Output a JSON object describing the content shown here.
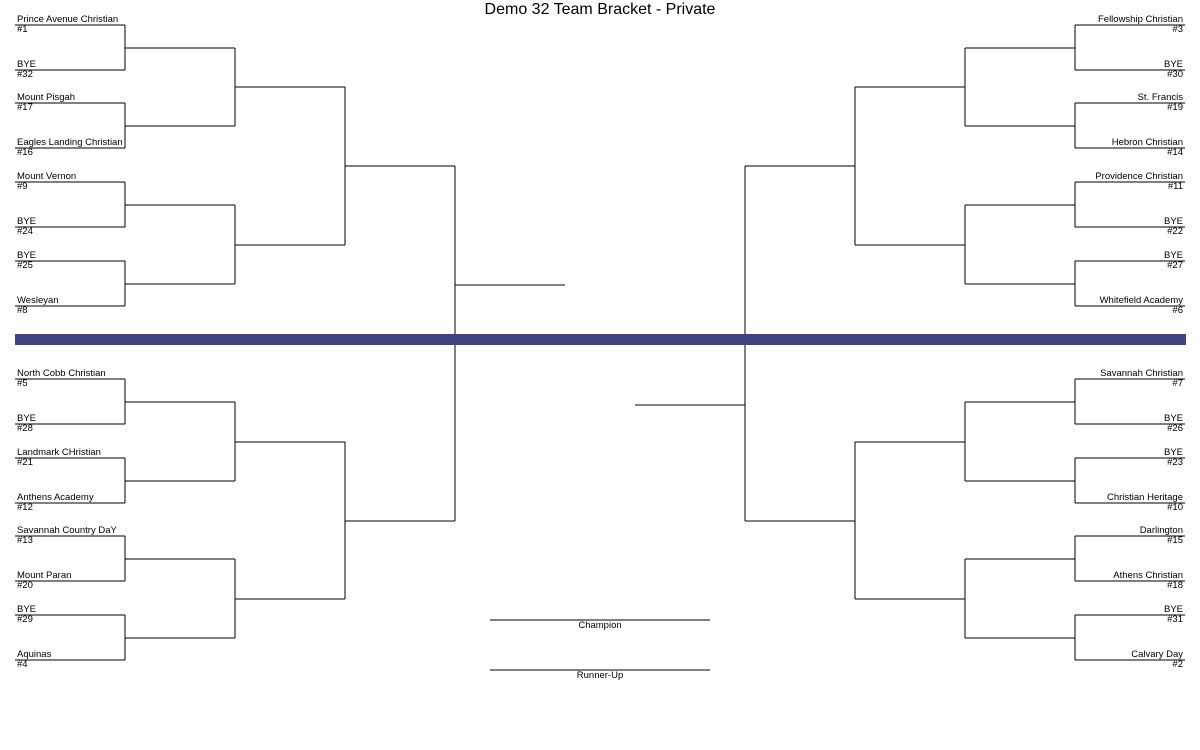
{
  "title": "Demo 32 Team Bracket - Private",
  "colors": {
    "divider": "#3f4380",
    "line": "#000000"
  },
  "regions": {
    "top_left": [
      {
        "name": "Prince Avenue Christian",
        "seed": "#1"
      },
      {
        "name": "BYE",
        "seed": "#32"
      },
      {
        "name": "Mount Pisgah",
        "seed": "#17"
      },
      {
        "name": "Eagles Landing Christian",
        "seed": "#16"
      },
      {
        "name": "Mount Vernon",
        "seed": "#9"
      },
      {
        "name": "BYE",
        "seed": "#24"
      },
      {
        "name": "BYE",
        "seed": "#25"
      },
      {
        "name": "Wesleyan",
        "seed": "#8"
      }
    ],
    "bottom_left": [
      {
        "name": "North Cobb Christian",
        "seed": "#5"
      },
      {
        "name": "BYE",
        "seed": "#28"
      },
      {
        "name": "Landmark CHristian",
        "seed": "#21"
      },
      {
        "name": "Anthens Academy",
        "seed": "#12"
      },
      {
        "name": "Savannah Country DaY",
        "seed": "#13"
      },
      {
        "name": "Mount Paran",
        "seed": "#20"
      },
      {
        "name": "BYE",
        "seed": "#29"
      },
      {
        "name": "Aquinas",
        "seed": "#4"
      }
    ],
    "top_right": [
      {
        "name": "Fellowship Christian",
        "seed": "#3"
      },
      {
        "name": "BYE",
        "seed": "#30"
      },
      {
        "name": "St. Francis",
        "seed": "#19"
      },
      {
        "name": "Hebron Christian",
        "seed": "#14"
      },
      {
        "name": "Providence Christian",
        "seed": "#11"
      },
      {
        "name": "BYE",
        "seed": "#22"
      },
      {
        "name": "BYE",
        "seed": "#27"
      },
      {
        "name": "Whitefield Academy",
        "seed": "#6"
      }
    ],
    "bottom_right": [
      {
        "name": "Savannah Christian",
        "seed": "#7"
      },
      {
        "name": "BYE",
        "seed": "#26"
      },
      {
        "name": "BYE",
        "seed": "#23"
      },
      {
        "name": "Christian Heritage",
        "seed": "#10"
      },
      {
        "name": "Darlington",
        "seed": "#15"
      },
      {
        "name": "Athens Christian",
        "seed": "#18"
      },
      {
        "name": "BYE",
        "seed": "#31"
      },
      {
        "name": "Calvary Day",
        "seed": "#2"
      }
    ]
  },
  "labels": {
    "champion": "Champion",
    "runner_up": "Runner-Up"
  }
}
